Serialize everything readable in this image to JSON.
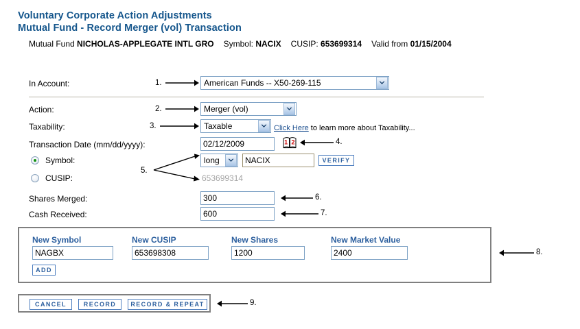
{
  "header": {
    "title_line1": "Voluntary Corporate Action Adjustments",
    "title_line2": "Mutual Fund - Record Merger (vol) Transaction",
    "fund_label": "Mutual Fund",
    "fund_name": "NICHOLAS-APPLEGATE INTL GRO",
    "symbol_label": "Symbol:",
    "symbol_value": "NACIX",
    "cusip_label": "CUSIP:",
    "cusip_value": "653699314",
    "valid_label": "Valid from",
    "valid_value": "01/15/2004"
  },
  "form": {
    "in_account_label": "In Account:",
    "in_account_value": "American Funds -- X50-269-115",
    "action_label": "Action:",
    "action_value": "Merger (vol)",
    "taxability_label": "Taxability:",
    "taxability_value": "Taxable",
    "taxability_link_text": "Click Here",
    "taxability_link_tail": " to learn more about Taxability...",
    "txn_date_label": "Transaction Date (mm/dd/yyyy):",
    "txn_date_value": "02/12/2009",
    "symbol_radio_label": "Symbol:",
    "cusip_radio_label": "CUSIP:",
    "position_type_value": "long",
    "symbol_input_value": "NACIX",
    "verify_label": "VERIFY",
    "cusip_disabled_value": "653699314",
    "shares_merged_label": "Shares Merged:",
    "shares_merged_value": "300",
    "cash_received_label": "Cash Received:",
    "cash_received_value": "600"
  },
  "new_position": {
    "columns": [
      {
        "header": "New Symbol",
        "value": "NAGBX"
      },
      {
        "header": "New CUSIP",
        "value": "653698308"
      },
      {
        "header": "New Shares",
        "value": "1200"
      },
      {
        "header": "New Market Value",
        "value": "2400"
      }
    ],
    "add_label": "ADD"
  },
  "actions": {
    "cancel_label": "CANCEL",
    "record_label": "RECORD",
    "record_repeat_label": "RECORD & REPEAT"
  },
  "annotations": {
    "n1": "1.",
    "n2": "2.",
    "n3": "3.",
    "n4": "4.",
    "n5": "5.",
    "n6": "6.",
    "n7": "7.",
    "n8": "8.",
    "n9": "9."
  },
  "colors": {
    "title_blue": "#15568c",
    "accent_blue": "#2c5f9e",
    "input_border": "#7ba0c4",
    "panel_border": "#7f7f7f",
    "rule": "#b6b2a6",
    "radio_dot_green": "#109010",
    "calendar_red": "#cc0000"
  },
  "icons": {
    "dropdown": "chevron-down-icon",
    "calendar": "calendar-picker-icon"
  }
}
